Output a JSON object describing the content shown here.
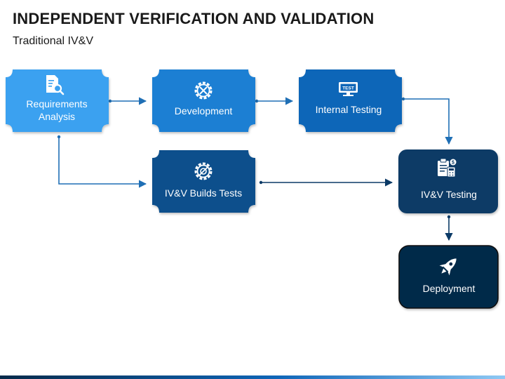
{
  "header": {
    "title": "INDEPENDENT VERIFICATION AND VALIDATION",
    "subtitle": "Traditional IV&V"
  },
  "colors": {
    "light_blue": "#3aa1f0",
    "mid_blue": "#1c7fd3",
    "dark_blue": "#0b4f8c",
    "navy": "#0b3a66",
    "deep_navy": "#062a4a",
    "arrow": "#1f6fb5",
    "arrow_dark": "#0b3a66"
  },
  "nodes": {
    "requirements": {
      "line1": "Requirements",
      "line2": "Analysis",
      "icon": "document-search-icon"
    },
    "development": {
      "label": "Development",
      "icon": "gear-tools-icon"
    },
    "internal_testing": {
      "label": "Internal Testing",
      "icon": "test-monitor-icon"
    },
    "ivv_builds": {
      "label": "IV&V Builds Tests",
      "icon": "gear-compass-icon"
    },
    "ivv_testing": {
      "label": "IV&V Testing",
      "icon": "clipboard-calculator-icon"
    },
    "deployment": {
      "label": "Deployment",
      "icon": "rocket-icon"
    }
  },
  "icons": {
    "test_text": "TEST"
  }
}
